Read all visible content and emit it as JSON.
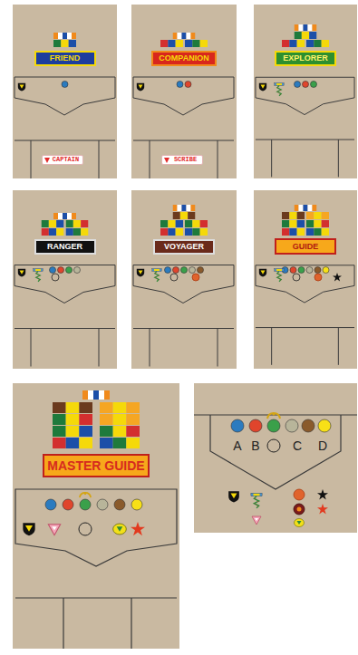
{
  "diagram": {
    "nodes": [
      {
        "text": [
          "FRIEND"
        ]
      },
      {
        "text": [
          "CAPTAIN"
        ]
      },
      {
        "text": [
          "COMPANION"
        ]
      },
      {
        "text": [
          "SCRIBE"
        ]
      },
      {
        "text": [
          "EXPLORER"
        ]
      },
      {
        "text": [
          "RANGER"
        ]
      },
      {
        "text": [
          "VOYAGER"
        ]
      },
      {
        "text": [
          "GUIDE"
        ]
      },
      {
        "text": [
          "MASTER GUIDE"
        ]
      }
    ],
    "labels": [
      "A",
      "B",
      "C",
      "D"
    ]
  }
}
